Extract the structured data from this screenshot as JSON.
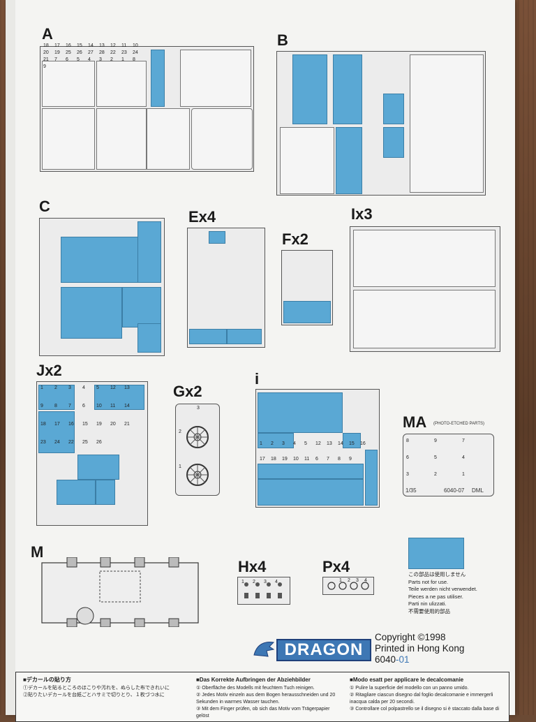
{
  "sections": {
    "A": "A",
    "B": "B",
    "C": "C",
    "E": "Ex4",
    "F": "Fx2",
    "I": "Ix3",
    "J": "Jx2",
    "G": "Gx2",
    "i": "i",
    "MA": "MA",
    "MA_sub": "(PHOTO-ETCHED PARTS)",
    "M": "M",
    "H": "Hx4",
    "P": "Px4"
  },
  "ma_footer": {
    "scale": "1/35",
    "code": "6040-07",
    "brand": "DML"
  },
  "legend": {
    "color": "#5aa8d4",
    "lines": [
      "この部品は使用しません",
      "Parts not for use.",
      "Teile werden nicht verwendet.",
      "Pieces a ne pas utiliser.",
      "Parti nin ulizzati.",
      "不需要使用的部品"
    ]
  },
  "brand": {
    "name": "DRAGON"
  },
  "copyright": {
    "line1": "Copyright ©1998",
    "line2": "Printed in Hong Kong",
    "code_main": "6040",
    "code_suffix": "-01"
  },
  "footer": {
    "jp_title": "■デカールの貼り方",
    "jp_lines": [
      "①デカールを貼るところのほこりや汚れを、ぬらした布できれいに",
      "②貼りたいデカールを台紙ごとハサミで切りとり、１枚づつ水に"
    ],
    "de_title": "■Das Korrekte Aufbringen der Abziehbilder",
    "de_lines": [
      "① Oberfläche des Modells mit feuchtem Tuch reinigen.",
      "② Jedes Motiv einzeln aus dem Bogen herausschneiden und 20",
      "Sekunden in warmes Wasser tauchen.",
      "③ Mit dem Finger prüfen, ob sich das Motiv vom Trägerpapier gelöst"
    ],
    "it_title": "■Modo esatt per applicare le decalcomanie",
    "it_lines": [
      "① Pulire la superficie del modello con un panno umido.",
      "② Ritagliare ciascun disegno dal foglio decalcomanie e immergerli",
      "inacqua calda per 20 secondi.",
      "③ Controllare col polpastrello se il disegno si è staccato dalla base di"
    ]
  },
  "sprue_a_numbers": [
    "18",
    "17",
    "16",
    "15",
    "14",
    "13",
    "12",
    "11",
    "10",
    "20",
    "19",
    "25",
    "26",
    "27",
    "28",
    "22",
    "23",
    "24",
    "21",
    "7",
    "6",
    "5",
    "4",
    "3",
    "2",
    "1",
    "8",
    "9"
  ],
  "sprue_j_numbers": [
    "1",
    "2",
    "3",
    "4",
    "5",
    "12",
    "13",
    "9",
    "8",
    "7",
    "6",
    "10",
    "11",
    "14",
    "18",
    "17",
    "16",
    "15",
    "19",
    "20",
    "21",
    "23",
    "24",
    "22",
    "25",
    "26"
  ],
  "sprue_i_numbers": [
    "1",
    "2",
    "3",
    "4",
    "5",
    "12",
    "13",
    "14",
    "15",
    "16",
    "17",
    "18",
    "19",
    "10",
    "11",
    "6",
    "7",
    "8",
    "9"
  ],
  "sprue_ma_numbers": [
    "8",
    "9",
    "7",
    "6",
    "5",
    "4",
    "3",
    "2",
    "1"
  ],
  "sprue_g_numbers": [
    "3",
    "2",
    "1"
  ],
  "sprue_h_numbers": [
    "1",
    "2",
    "3",
    "4"
  ],
  "sprue_p_numbers": [
    "1",
    "2",
    "3",
    "4"
  ]
}
